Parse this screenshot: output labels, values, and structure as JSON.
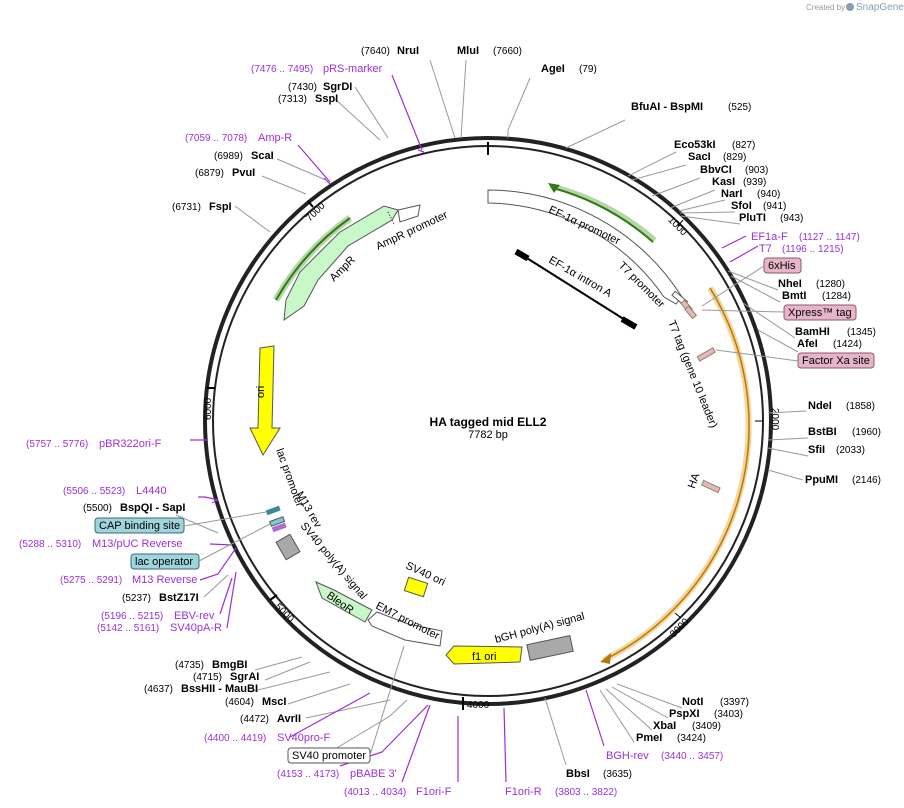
{
  "credit": {
    "created_by": "Created by",
    "brand": "SnapGene"
  },
  "plasmid": {
    "name": "HA tagged mid ELL2",
    "length": "7782 bp"
  },
  "ticks": [
    "1000",
    "2000",
    "3000",
    "4000",
    "5000",
    "6000",
    "7000"
  ],
  "enzymes": [
    {
      "pos": "(7640)",
      "name": "NruI"
    },
    {
      "name": "MluI",
      "pos": "(7660)"
    },
    {
      "name": "AgeI",
      "pos": "(79)"
    },
    {
      "name": "BfuAI - BspMI",
      "pos": "(525)"
    },
    {
      "name": "Eco53kI",
      "pos": "(827)"
    },
    {
      "name": "SacI",
      "pos": "(829)"
    },
    {
      "name": "BbvCI",
      "pos": "(903)"
    },
    {
      "name": "KasI",
      "pos": "(939)"
    },
    {
      "name": "NarI",
      "pos": "(940)"
    },
    {
      "name": "SfoI",
      "pos": "(941)"
    },
    {
      "name": "PluTI",
      "pos": "(943)"
    },
    {
      "name": "NheI",
      "pos": "(1280)"
    },
    {
      "name": "BmtI",
      "pos": "(1284)"
    },
    {
      "name": "BamHI",
      "pos": "(1345)"
    },
    {
      "name": "AfeI",
      "pos": "(1424)"
    },
    {
      "name": "NdeI",
      "pos": "(1858)"
    },
    {
      "name": "BstBI",
      "pos": "(1960)"
    },
    {
      "name": "SfiI",
      "pos": "(2033)"
    },
    {
      "name": "PpuMI",
      "pos": "(2146)"
    },
    {
      "name": "NotI",
      "pos": "(3397)"
    },
    {
      "name": "PspXI",
      "pos": "(3403)"
    },
    {
      "name": "XbaI",
      "pos": "(3409)"
    },
    {
      "name": "PmeI",
      "pos": "(3424)"
    },
    {
      "name": "BbsI",
      "pos": "(3635)"
    },
    {
      "pos": "(7430)",
      "name": "SgrDI"
    },
    {
      "pos": "(7313)",
      "name": "SspI"
    },
    {
      "pos": "(6989)",
      "name": "ScaI"
    },
    {
      "pos": "(6879)",
      "name": "PvuI"
    },
    {
      "pos": "(6731)",
      "name": "FspI"
    },
    {
      "pos": "(5500)",
      "name": "BspQI - SapI"
    },
    {
      "pos": "(5237)",
      "name": "BstZ17I"
    },
    {
      "pos": "(4735)",
      "name": "BmgBI"
    },
    {
      "pos": "(4715)",
      "name": "SgrAI"
    },
    {
      "pos": "(4637)",
      "name": "BssHII - MauBI"
    },
    {
      "pos": "(4604)",
      "name": "MscI"
    },
    {
      "pos": "(4472)",
      "name": "AvrII"
    }
  ],
  "primers": [
    {
      "range": "(7476 .. 7495)",
      "name": "pRS-marker"
    },
    {
      "range": "(7059 .. 7078)",
      "name": "Amp-R"
    },
    {
      "name": "EF1a-F",
      "range": "(1127 .. 1147)"
    },
    {
      "name": "T7",
      "range": "(1196 .. 1215)"
    },
    {
      "range": "(5757 .. 5776)",
      "name": "pBR322ori-F"
    },
    {
      "range": "(5506 .. 5523)",
      "name": "L4440"
    },
    {
      "range": "(5288 .. 5310)",
      "name": "M13/pUC Reverse"
    },
    {
      "range": "(5275 .. 5291)",
      "name": "M13 Reverse"
    },
    {
      "range": "(5196 .. 5215)",
      "name": "EBV-rev"
    },
    {
      "range": "(5142 .. 5161)",
      "name": "SV40pA-R"
    },
    {
      "range": "(4400 .. 4419)",
      "name": "SV40pro-F"
    },
    {
      "range": "(4153 .. 4173)",
      "name": "pBABE 3'"
    },
    {
      "range": "(4013 .. 4034)",
      "name": "F1ori-F"
    },
    {
      "name": "F1ori-R",
      "range": "(3803 .. 3822)"
    },
    {
      "name": "BGH-rev",
      "range": "(3440 .. 3457)"
    }
  ],
  "boxed_labels": [
    "6xHis",
    "Xpress™ tag",
    "Factor Xa site",
    "CAP binding site",
    "lac operator",
    "SV40 promoter"
  ],
  "features": {
    "ef1a_promoter": "EF-1α promoter",
    "ef1a_intron": "EF-1α intron A",
    "t7_promoter": "T7 promoter",
    "t7_tag": "T7 tag (gene 10 leader)",
    "ha": "HA",
    "ampr": "AmpR",
    "ampr_promoter": "AmpR promoter",
    "ori": "ori",
    "lac_promoter": "lac promoter",
    "m13_rev": "M13 rev",
    "sv40_polya": "SV40 poly(A) signal",
    "bleor": "BleoR",
    "em7": "EM7 promoter",
    "sv40_ori": "SV40 ori",
    "f1_ori": "f1 ori",
    "bgh": "bGH poly(A) signal"
  },
  "colors": {
    "backbone": "#222222",
    "ampr_fill": "#c8f7c8",
    "ampr_glow": "#6ab04c",
    "ori_fill": "#ffff00",
    "orf_glow": "#f0b040",
    "primer": "#9b30d9",
    "tag_fill": "#e8b4c8",
    "cap_fill": "#9fd4dc",
    "polya_fill": "#a9a9a9"
  }
}
